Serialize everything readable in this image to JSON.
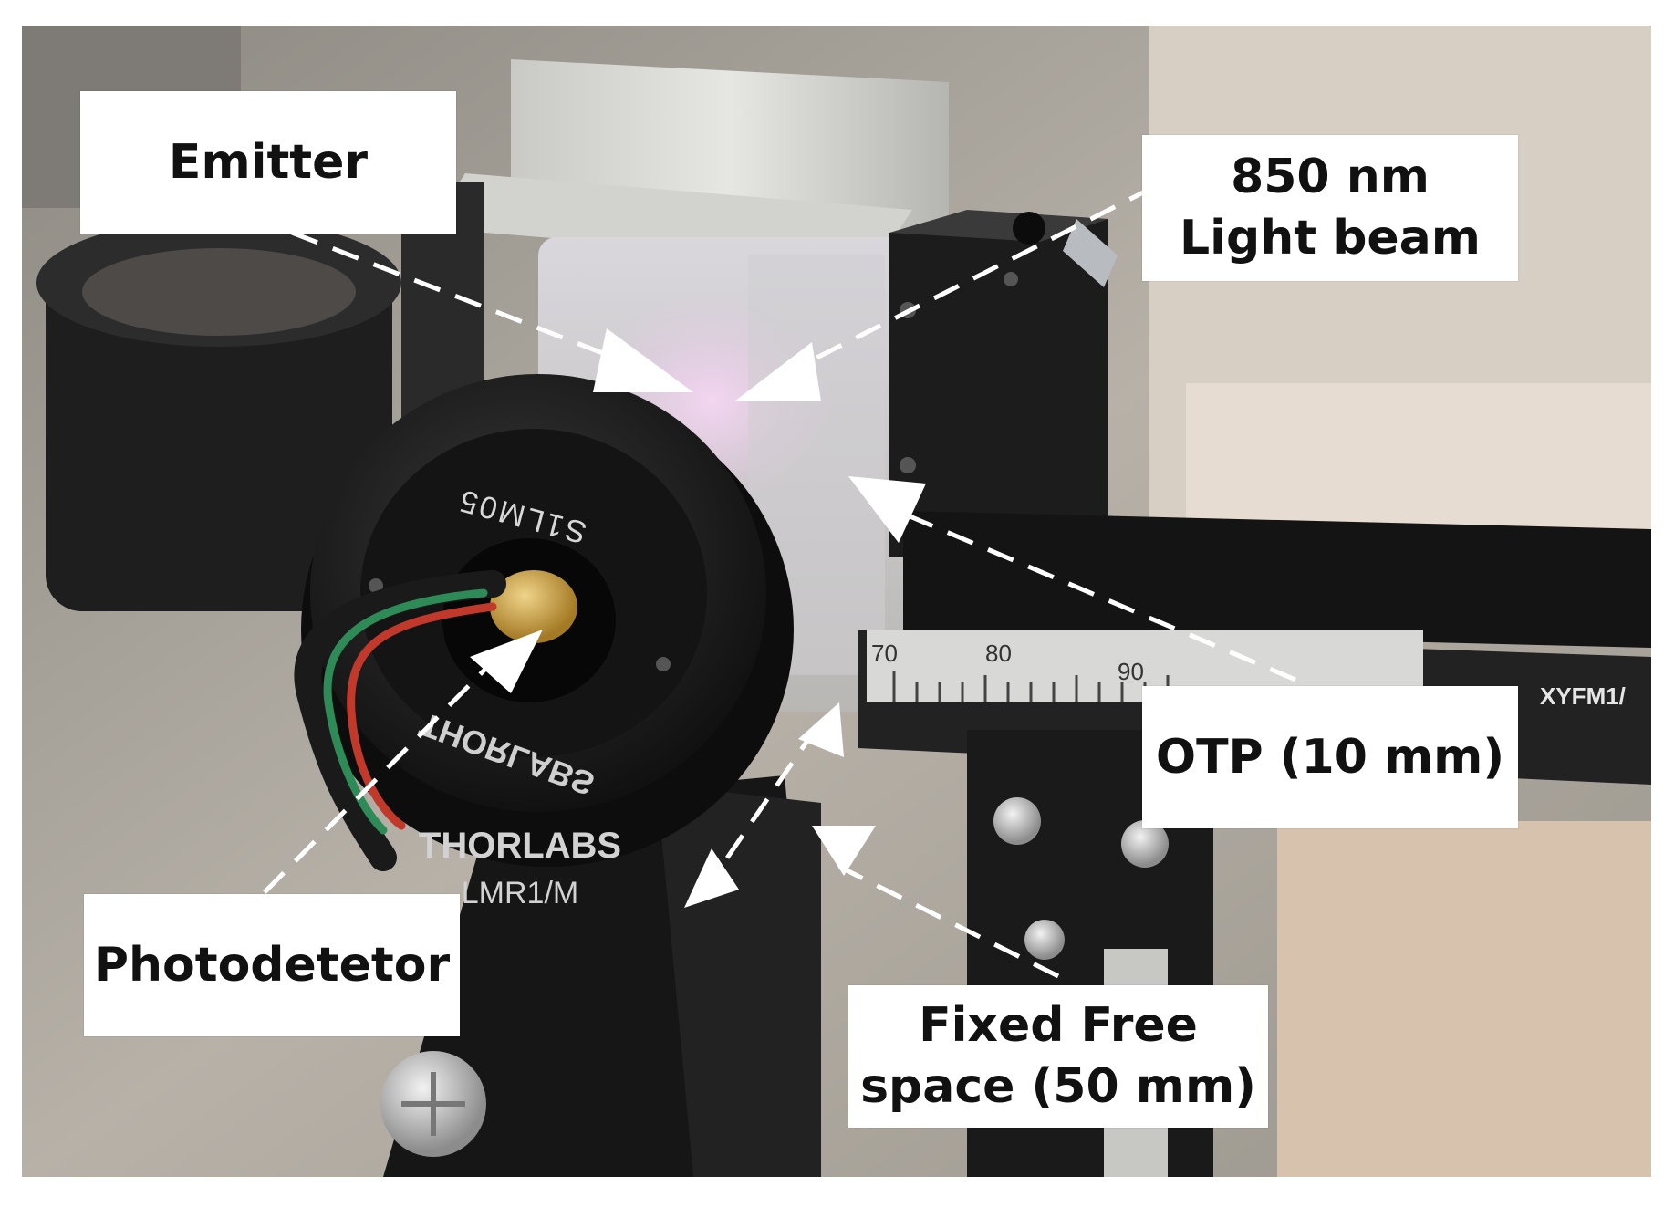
{
  "labels": {
    "emitter": "Emitter",
    "light_beam_line1": "850 nm",
    "light_beam_line2": "Light beam",
    "otp": "OTP (10 mm)",
    "photodetector": "Photodetetor",
    "free_space_line1": "Fixed Free",
    "free_space_line2": "space (50 mm)"
  },
  "device_text": {
    "mount_model": "LMR1/M",
    "brand": "THORLABS",
    "brand_mirrored": "THORLABS",
    "sensor_model_mirrored": "S1LM05",
    "stage_model": "XYFM1/",
    "scale_ticks": [
      "70",
      "80",
      "90"
    ]
  },
  "colors": {
    "callout_bg": "#ffffff",
    "callout_text": "#111111",
    "arrow": "#ffffff",
    "wire_red": "#c0392b",
    "wire_green": "#2e8b57",
    "sensor_gold": "#c99a3a"
  }
}
